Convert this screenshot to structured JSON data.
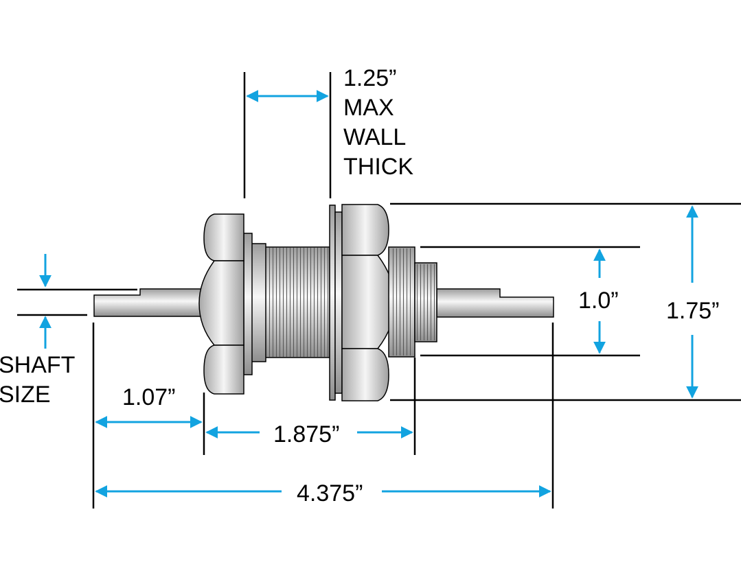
{
  "colors": {
    "dimension": "#12a3e0",
    "outline": "#000000",
    "metal_light": "#f4f4f4",
    "metal_dark": "#9c9c9c"
  },
  "labels": {
    "wall_thickness": [
      "1.25”",
      "MAX",
      "WALL",
      "THICK"
    ],
    "shaft_size": [
      "SHAFT",
      "SIZE"
    ],
    "shaft_length": "1.07”",
    "body_length": "1.875”",
    "overall_length": "4.375”",
    "thread_diameter": "1.0”",
    "flange_diameter": "1.75”"
  }
}
